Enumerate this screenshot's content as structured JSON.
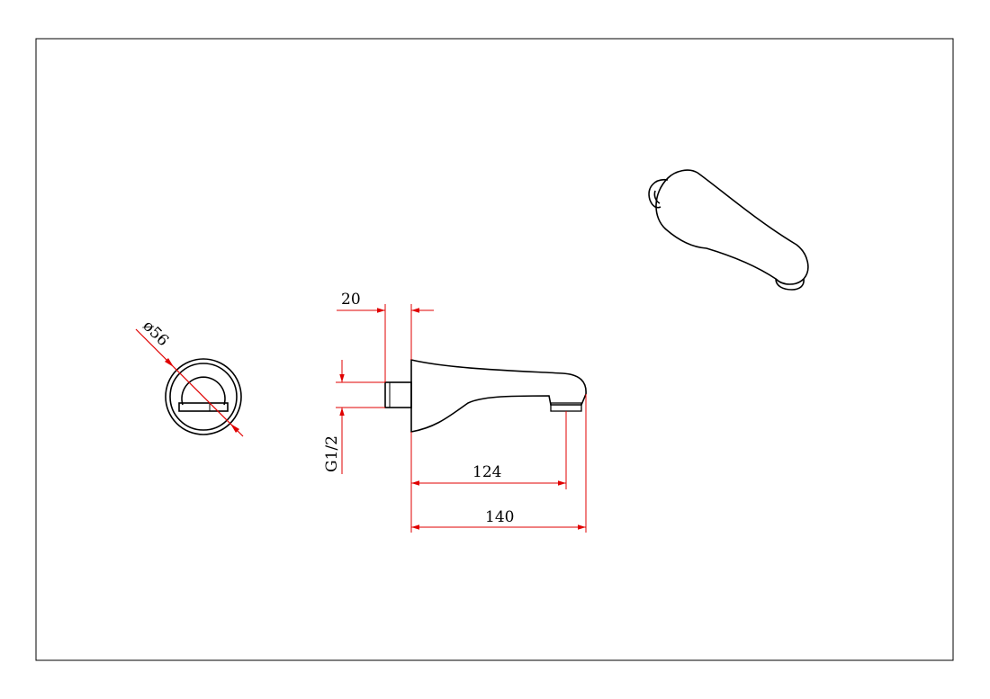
{
  "colors": {
    "outline": "#000000",
    "dimension": "#e00000",
    "background": "#ffffff"
  },
  "dimensions": {
    "diameter": "ø56",
    "spigot_length": "20",
    "thread": "G1/2",
    "outlet_distance": "124",
    "overall_length": "140"
  }
}
